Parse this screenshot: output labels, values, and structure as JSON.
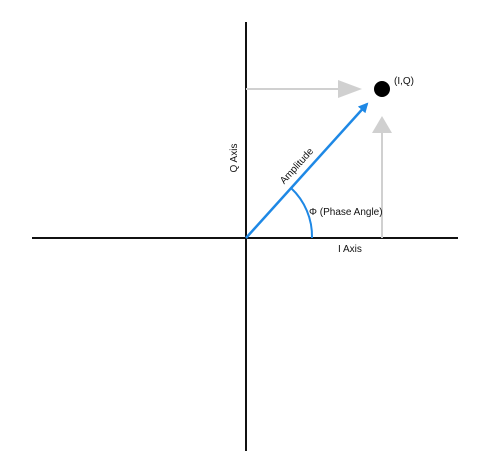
{
  "diagram": {
    "point_label": "(I,Q)",
    "i_axis_label": "I Axis",
    "q_axis_label": "Q Axis",
    "amplitude_label": "Amplitude",
    "phase_label": "Φ (Phase Angle)"
  },
  "colors": {
    "axis": "#111111",
    "vector": "#1e88e5",
    "projection": "#d0d0d0",
    "point": "#000000"
  },
  "icons": {
    "point": "filled-circle",
    "projections": "arrow-icon"
  }
}
